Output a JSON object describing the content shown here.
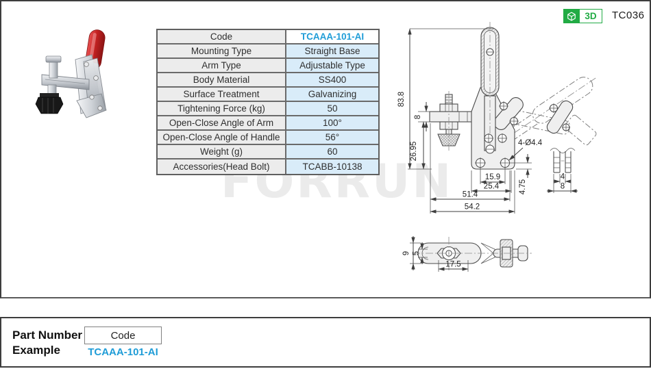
{
  "colors": {
    "accent_blue": "#1e9cd7",
    "badge_green": "#21ab44",
    "table_label_bg": "#ececec",
    "table_value_bg": "#d9ecf9"
  },
  "header": {
    "page_code": "TC036",
    "badge_3d_label": "3D"
  },
  "watermark": "FORRUN",
  "spec_table": {
    "rows": [
      {
        "label": "Code",
        "value": "TCAAA-101-AI"
      },
      {
        "label": "Mounting Type",
        "value": "Straight Base"
      },
      {
        "label": "Arm Type",
        "value": "Adjustable Type"
      },
      {
        "label": "Body Material",
        "value": "SS400"
      },
      {
        "label": "Surface Treatment",
        "value": "Galvanizing"
      },
      {
        "label": "Tightening Force (kg)",
        "value": "50"
      },
      {
        "label": "Open-Close Angle of Arm",
        "value": "100°"
      },
      {
        "label": "Open-Close  Angle of Handle",
        "value": "56°"
      },
      {
        "label": "Weight (g)",
        "value": "60"
      },
      {
        "label": "Accessories(Head Bolt)",
        "value": "TCABB-10138"
      }
    ]
  },
  "drawing": {
    "total_height": "83.8",
    "arm_thickness": "8",
    "base_height": "26.95",
    "hole_note": "4-Ø4.4",
    "hole_pitch": "15.9",
    "width_25": "25.4",
    "edge_offset": "4.75",
    "width_51": "51.4",
    "width_54": "54.2",
    "channel_inner": "4",
    "channel_outer": "8",
    "plan_length": "17.5",
    "plan_width_outer": "9",
    "plan_width_inner": "5"
  },
  "part_number_example": {
    "title_line1": "Part Number",
    "title_line2": "Example",
    "code_label": "Code",
    "code_value": "TCAAA-101-AI"
  }
}
